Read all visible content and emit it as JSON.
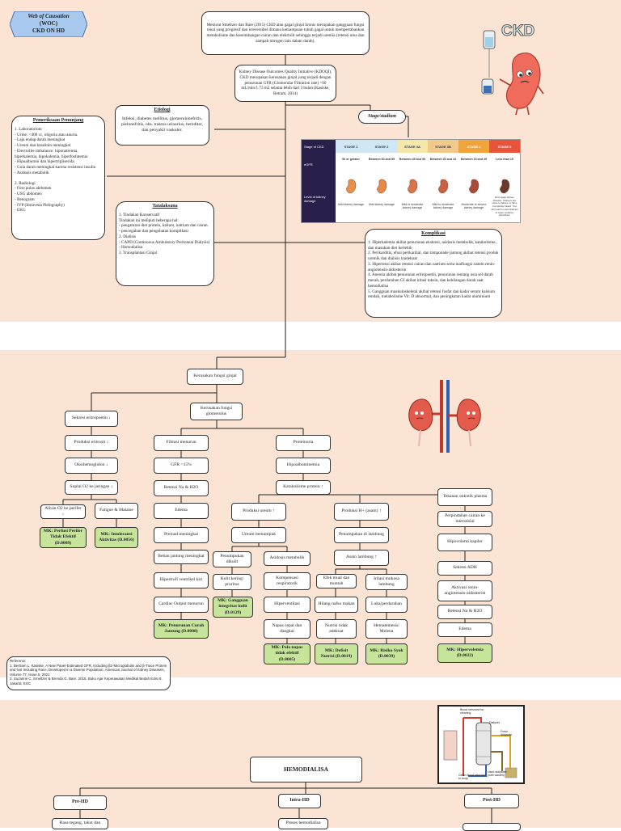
{
  "woc": {
    "title": "Web of Causation",
    "subtitle": "(WOC)",
    "topic": "CKD ON HD"
  },
  "definition": "Menurut Smeltzer dan Bare (2015) CKD atau gagal ginjal kronis merupakan gangguan fungsi renal yang progresif dan irreversibel dimana kemampuan tubuh gagal untuk mempertahankan metabolisme dan keseimbangan cairan dan elektrolit sehingga terjadi uremia (retensi urea dan sampah nitrogen lain dalam darah).",
  "kdoqi": "Kidney Disease Outcomes Quality Initiative (KDOQI), CKD merupakan kerusakan ginjal yang terjadi dengan penurunan GFR (Glomerular Filtration rate) <60 mL/min/1.73 m2 selama lebih dari 3 bulan (Kasiske, Betram, 2014)",
  "ckd_label": "CKD",
  "etiologi": {
    "title": "Etiologi",
    "text": "Infeksi, diabetes mellitus, glomerulonefritis, pielonefritis, obs. traktus urinarius, herediter, dan penyakit vaskuler."
  },
  "stadium": {
    "title": "Stage/stadium"
  },
  "stage_table": {
    "row_labels": [
      "Stage of CKD",
      "eGFR",
      "Level of kidney damage"
    ],
    "stages": [
      {
        "name": "STAGE 1",
        "egfr": "90 or greater",
        "damage": "Mild kidney damage",
        "color": "#cfe6f3"
      },
      {
        "name": "STAGE 2",
        "egfr": "Between 60 and 89",
        "damage": "Mild kidney damage",
        "color": "#cfe6f3"
      },
      {
        "name": "STAGE 3A",
        "egfr": "Between 45 and 59",
        "damage": "Mild to moderate kidney damage",
        "color": "#f6e7a8"
      },
      {
        "name": "STAGE 3B",
        "egfr": "Between 30 and 44",
        "damage": "Mild to moderate kidney damage",
        "color": "#f3c98a"
      },
      {
        "name": "STAGE 4",
        "egfr": "Between 15 and 29",
        "damage": "Moderate to severe kidney damage",
        "color": "#f0a43a"
      },
      {
        "name": "STAGE 5",
        "egfr": "Less than 15",
        "damage": "End stage kidney disease. Kidneys are close to failure or have completely failed. You will need to start dialysis or have a kidney transplant.",
        "color": "#e8533a"
      }
    ]
  },
  "pemeriksaan": {
    "title": "Pemeriksaan Penunjang",
    "lines": [
      "1. Laboratorium",
      "- Urine: <400 cc, oliguria atau anuria.",
      "- Laju endap darah meningkat",
      "- Ureum dan kreatinin meningkat",
      "- Electrolite imbalance: hiponatremia, hiperkalemia, hipokalemia, hiperfosfatemia",
      "- Hipoalbumin dan hipertrigliserida",
      "- Gula darah meningkat karena resistensi insulin",
      "- Asidosis metabolik",
      "",
      "2. Radiologi",
      "- Foto polos abdomen",
      "- USG abdomen",
      "- Renogram",
      "- IVP (Intravena Pielography)",
      "- EKG"
    ]
  },
  "tatalaksana": {
    "title": "Tatalaksana",
    "lines": [
      "1. Tindakan Konservatif",
      "Tindakan ini meliputi beberapa hal:",
      "- pengaturan diet protein, kalium, natrium dan cairan.",
      "- pencegahan dan pengobatan komplikasi",
      "2. Dialisis",
      "- CAPD (Continuous Ambulatory Peritoneal Dialysis)",
      "- Hemodialisa",
      "3. Transplantasi Ginjal"
    ]
  },
  "komplikasi": {
    "title": "Komplikasi",
    "lines": [
      "1. Hiperkalemia akibat penurunan ekskresi, asidosis metabolik, katabolisme, dan masukan diet berlebih",
      "2. Perikarditis, efusi perikardial, dan tamponade jantung akibat retensi produk uremik dan dialisis inadekuat",
      "3. Hipertensi akibat retensi cairan dan natrium serta malfungsi sistem renin-angiotensin-aldosteron",
      "4. Anemia akibat penurunan eritropoetin, penurunan rentang usia sel darah merah, perdarahan GI akibat iritasi toksin, dan kehilangan darah saat hemodialisa",
      "5. Gangguan muskuloskeletal akibat retensi fosfat dan kadar serum kalsium rendah, metabolisme Vit. D abnormal, dan peningkatan kadar aluminium"
    ]
  },
  "flow": {
    "kerusakan_ginjal": "Kerusakan fungsi ginjal",
    "kerusakan_glomerulus": "Kerusakan fungsi glomerulus",
    "sekresi": "Sekresi eritropoetin ↓",
    "produksi_eritrosit": "Produksi eritrosit ↓",
    "oksihemoglobin": "Oksihemoglobin ↓",
    "suplai_o2": "Suplai O2 ke jaringan ↓",
    "aliran_o2": "Aliran O2 ke perifer ↓",
    "fatigue": "Fatigue & Malaise",
    "mk_perifer": "MK: Perfusi Perifer Tidak Efektif (D.0009)",
    "mk_intoleransi": "MK: Intoleransi Aktivitas (D.0056)",
    "filtrasi": "Filtrasi menurun",
    "gfr": "GFR <15%",
    "retensi_na": "Retensi Na & H2O",
    "edema": "Edema",
    "preload": "Preload meningkat",
    "beban_jantung": "Beban jantung meningkat",
    "hipertrofi": "Hipertrofi ventrikel kiri",
    "cardiac_output": "Cardiac Output menurun",
    "mk_curah": "MK: Penurunan Curah Jantung (D.0008)",
    "proteinuria": "Proteinuria",
    "hipoalbuminemia": "Hipoalbuminemia",
    "katabolisme": "Katabolisme protein ↑",
    "produksi_ureum": "Produksi ureum ↑",
    "ureum_menumpuk": "Ureum menumpuk",
    "penumpukan_kulit": "Penumpukan dikulit",
    "kulit_kering": "Kulit kering/ pruritus",
    "mk_integritas": "MK: Gangguan integritas kulit (D.0129)",
    "asidosis": "Asidosis metabolik",
    "kompensasi": "Kompensasi respiratorik",
    "hiperventilasi": "Hiperventilasi",
    "napas_cepat": "Napas cepat dan dangkal",
    "mk_napas": "MK: Pola napas tidak efektif (D.0005)",
    "produksi_h": "Produksi H+ (asam) ↑",
    "penumpukan_lambung": "Penumpukan di lambung",
    "asam_lambung": "Asam lambung ↑",
    "efek_mual": "Efek mual dan muntah",
    "hilang_nafsu": "Hilang nafsu makan",
    "nutrisi": "Nutrisi tidak adekuat",
    "mk_nutrisi": "MK: Defisit Nutrisi (D.0019)",
    "iritasi": "Iritasi mukosa lambung",
    "luka": "Luka/perdarahan",
    "hematemesis": "Hematemesis/ Melena",
    "mk_syok": "MK: Risiko Syok (D.0039)",
    "tekanan_onkotik": "Tekanan onkotik plasma",
    "perpindahan": "Perpindahan cairan ke interstisial",
    "hipovolemi": "Hipovolemi kapiler",
    "sekresi_adh": "Sekresi ADH",
    "aktivasi": "Aktivasi renin-angiotensin-aldosteron",
    "retensi_na2": "Retensi Na & H2O",
    "edema2": "Edema",
    "mk_hipervolemia": "MK: Hipervolemia (D.0022)"
  },
  "referensi": {
    "title": "Referensi:",
    "lines": [
      "1. Bertram L. Kasiske, A New Panel-Estimated GFR, Including β2-Microglobulin and β-Trace Protein and Not Including Race, Developed in a Diverse Population, American Journal of Kidney Diseases, Volume 77, Issue 5, 2021",
      "2. Suzanne C. Smeltzer & Brenda G. Bare. 2015. Buku Ajar Keperawatan Medikal Bedah Edisi 8. Jakarta: EGC"
    ]
  },
  "hemodialisa": {
    "title": "HEMODIALISA",
    "pre": "Pre-HD",
    "intra": "Intra-HD",
    "post": "Post-HD",
    "pre_item": "Rasa tegang, takut dan",
    "intra_item": "Proses hemodialisa",
    "machine_labels": [
      "Blood removed for cleaning",
      "Dialyzer",
      "Fresh dialysate",
      "Clean blood returned to body",
      "Used dialysate (with wastes)"
    ]
  }
}
